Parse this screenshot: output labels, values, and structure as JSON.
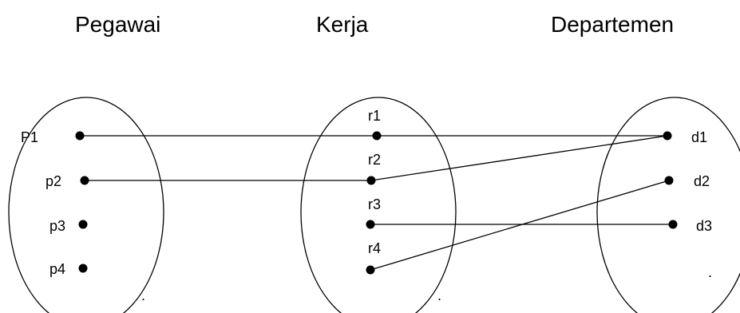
{
  "titles": {
    "pegawai": "Pegawai",
    "kerja": "Kerja",
    "departemen": "Departemen"
  },
  "pegawai": {
    "items": [
      {
        "id": "p1",
        "label": "P1"
      },
      {
        "id": "p2",
        "label": "p2"
      },
      {
        "id": "p3",
        "label": "p3"
      },
      {
        "id": "p4",
        "label": "p4"
      }
    ],
    "ellipsis": "."
  },
  "kerja": {
    "items": [
      {
        "id": "r1",
        "label": "r1"
      },
      {
        "id": "r2",
        "label": "r2"
      },
      {
        "id": "r3",
        "label": "r3"
      },
      {
        "id": "r4",
        "label": "r4"
      }
    ],
    "ellipsis": "."
  },
  "departemen": {
    "items": [
      {
        "id": "d1",
        "label": "d1"
      },
      {
        "id": "d2",
        "label": "d2"
      },
      {
        "id": "d3",
        "label": "d3"
      }
    ],
    "ellipsis": "."
  },
  "links": [
    [
      "p1",
      "d1"
    ],
    [
      "p2",
      "r2"
    ],
    [
      "r2",
      "d1"
    ],
    [
      "r3",
      "d3"
    ],
    [
      "r4",
      "d2"
    ]
  ]
}
